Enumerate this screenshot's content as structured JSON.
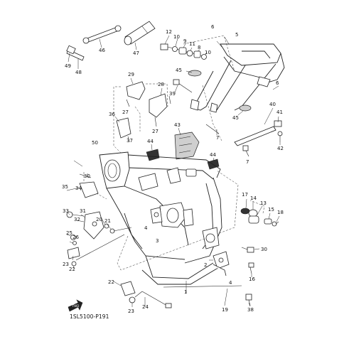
{
  "diagram": {
    "code": "1SL5100-P191",
    "fwd_label": "FWD",
    "callouts": [
      {
        "id": "c1",
        "text": "1"
      },
      {
        "id": "c2",
        "text": "2"
      },
      {
        "id": "c3",
        "text": "3"
      },
      {
        "id": "c4a",
        "text": "4"
      },
      {
        "id": "c4b",
        "text": "4"
      },
      {
        "id": "c5",
        "text": "5"
      },
      {
        "id": "c6a",
        "text": "6"
      },
      {
        "id": "c6b",
        "text": "6"
      },
      {
        "id": "c7a",
        "text": "7"
      },
      {
        "id": "c7b",
        "text": "7"
      },
      {
        "id": "c8",
        "text": "8"
      },
      {
        "id": "c9",
        "text": "9"
      },
      {
        "id": "c10a",
        "text": "10"
      },
      {
        "id": "c10b",
        "text": "10"
      },
      {
        "id": "c11",
        "text": "11"
      },
      {
        "id": "c12",
        "text": "12"
      },
      {
        "id": "c13",
        "text": "13"
      },
      {
        "id": "c14",
        "text": "14"
      },
      {
        "id": "c15",
        "text": "15"
      },
      {
        "id": "c16",
        "text": "16"
      },
      {
        "id": "c17",
        "text": "17"
      },
      {
        "id": "c18",
        "text": "18"
      },
      {
        "id": "c19",
        "text": "19"
      },
      {
        "id": "c20",
        "text": "20"
      },
      {
        "id": "c21",
        "text": "21"
      },
      {
        "id": "c22a",
        "text": "22"
      },
      {
        "id": "c22b",
        "text": "22"
      },
      {
        "id": "c23a",
        "text": "23"
      },
      {
        "id": "c23b",
        "text": "23"
      },
      {
        "id": "c24",
        "text": "24"
      },
      {
        "id": "c25",
        "text": "25"
      },
      {
        "id": "c26",
        "text": "26"
      },
      {
        "id": "c27a",
        "text": "27"
      },
      {
        "id": "c27b",
        "text": "27"
      },
      {
        "id": "c28",
        "text": "28"
      },
      {
        "id": "c29",
        "text": "29"
      },
      {
        "id": "c30a",
        "text": "30"
      },
      {
        "id": "c30b",
        "text": "30"
      },
      {
        "id": "c31",
        "text": "31"
      },
      {
        "id": "c32",
        "text": "32"
      },
      {
        "id": "c33",
        "text": "33"
      },
      {
        "id": "c34",
        "text": "34"
      },
      {
        "id": "c35",
        "text": "35"
      },
      {
        "id": "c36",
        "text": "36"
      },
      {
        "id": "c37",
        "text": "37"
      },
      {
        "id": "c38",
        "text": "38"
      },
      {
        "id": "c39",
        "text": "39"
      },
      {
        "id": "c40",
        "text": "40"
      },
      {
        "id": "c41",
        "text": "41"
      },
      {
        "id": "c42",
        "text": "42"
      },
      {
        "id": "c43",
        "text": "43"
      },
      {
        "id": "c44a",
        "text": "44"
      },
      {
        "id": "c44b",
        "text": "44"
      },
      {
        "id": "c45a",
        "text": "45"
      },
      {
        "id": "c45b",
        "text": "45"
      },
      {
        "id": "c46",
        "text": "46"
      },
      {
        "id": "c47",
        "text": "47"
      },
      {
        "id": "c48",
        "text": "48"
      },
      {
        "id": "c49",
        "text": "49"
      },
      {
        "id": "c50",
        "text": "50"
      }
    ]
  }
}
